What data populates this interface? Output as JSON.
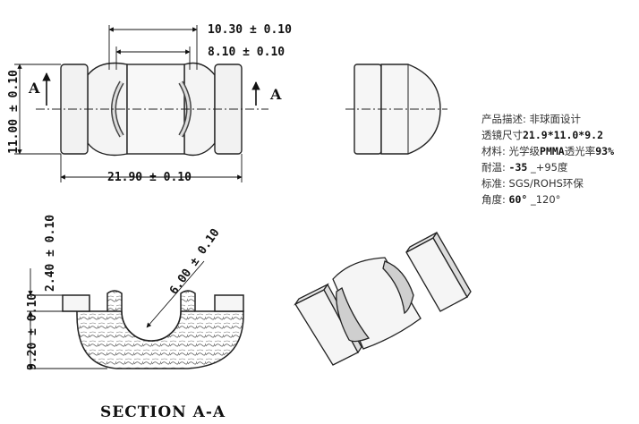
{
  "dimensions": {
    "overall_length": "21.90 ± 0.10",
    "lens_outer_width": "10.30 ± 0.10",
    "lens_inner_width": "8.10 ± 0.10",
    "overall_width": "11.00 ± 0.10",
    "flange_height": "2.40 ± 0.10",
    "total_height": "9.20 ± 0.10",
    "cavity_radius": "6.00 ± 0.10"
  },
  "section_marker": "A",
  "section_title": "SECTION A-A",
  "specs": [
    {
      "label": "产品描述:",
      "value": "非球面设计",
      "strong": ""
    },
    {
      "label": "透镜尺寸",
      "value": "",
      "strong": "21.9*11.0*9.2"
    },
    {
      "label": "材料:",
      "value": "光学级",
      "strong": "PMMA",
      "suffix": "透光率",
      "strong2": "93%"
    },
    {
      "label": "耐温:",
      "value": "",
      "strong": "-35",
      "suffix": " _+95",
      "tail": "度"
    },
    {
      "label": "标准:",
      "value": "SGS/ROHS环保",
      "strong": ""
    },
    {
      "label": "角度:",
      "value": "",
      "strong": "60°",
      "suffix": " _120°"
    }
  ]
}
